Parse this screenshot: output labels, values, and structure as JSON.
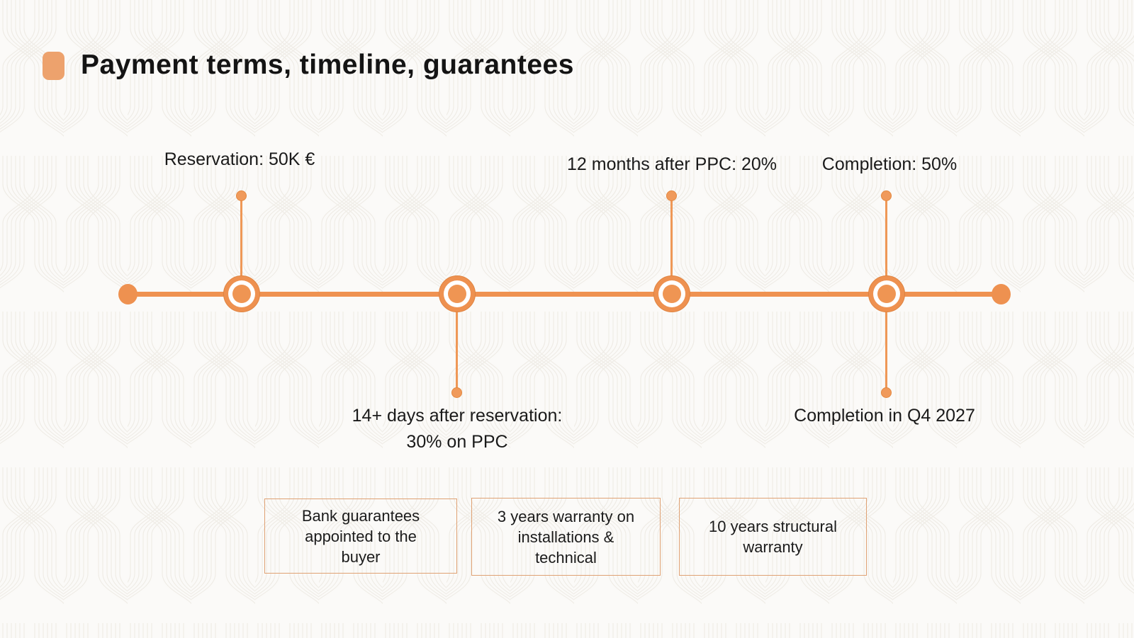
{
  "slide": {
    "title": "Payment terms, timeline, guarantees",
    "accent_color": "#ee9150",
    "title_bullet_color": "#eda26d",
    "background_color": "#fbfaf8",
    "box_border_color": "#dfa173"
  },
  "timeline": {
    "milestones": [
      {
        "label_above": "Reservation: 50K €",
        "label_below": ""
      },
      {
        "label_above": "",
        "label_below": "14+ days after reservation:\n30% on PPC"
      },
      {
        "label_above": "12 months after PPC: 20%",
        "label_below": ""
      },
      {
        "label_above": "Completion: 50%",
        "label_below": "Completion in Q4 2027"
      }
    ]
  },
  "guarantee_boxes": [
    {
      "text": "Bank guarantees\nappointed to the\nbuyer"
    },
    {
      "text": "3 years warranty on\ninstallations &\ntechnical"
    },
    {
      "text": "10 years structural\nwarranty"
    }
  ]
}
